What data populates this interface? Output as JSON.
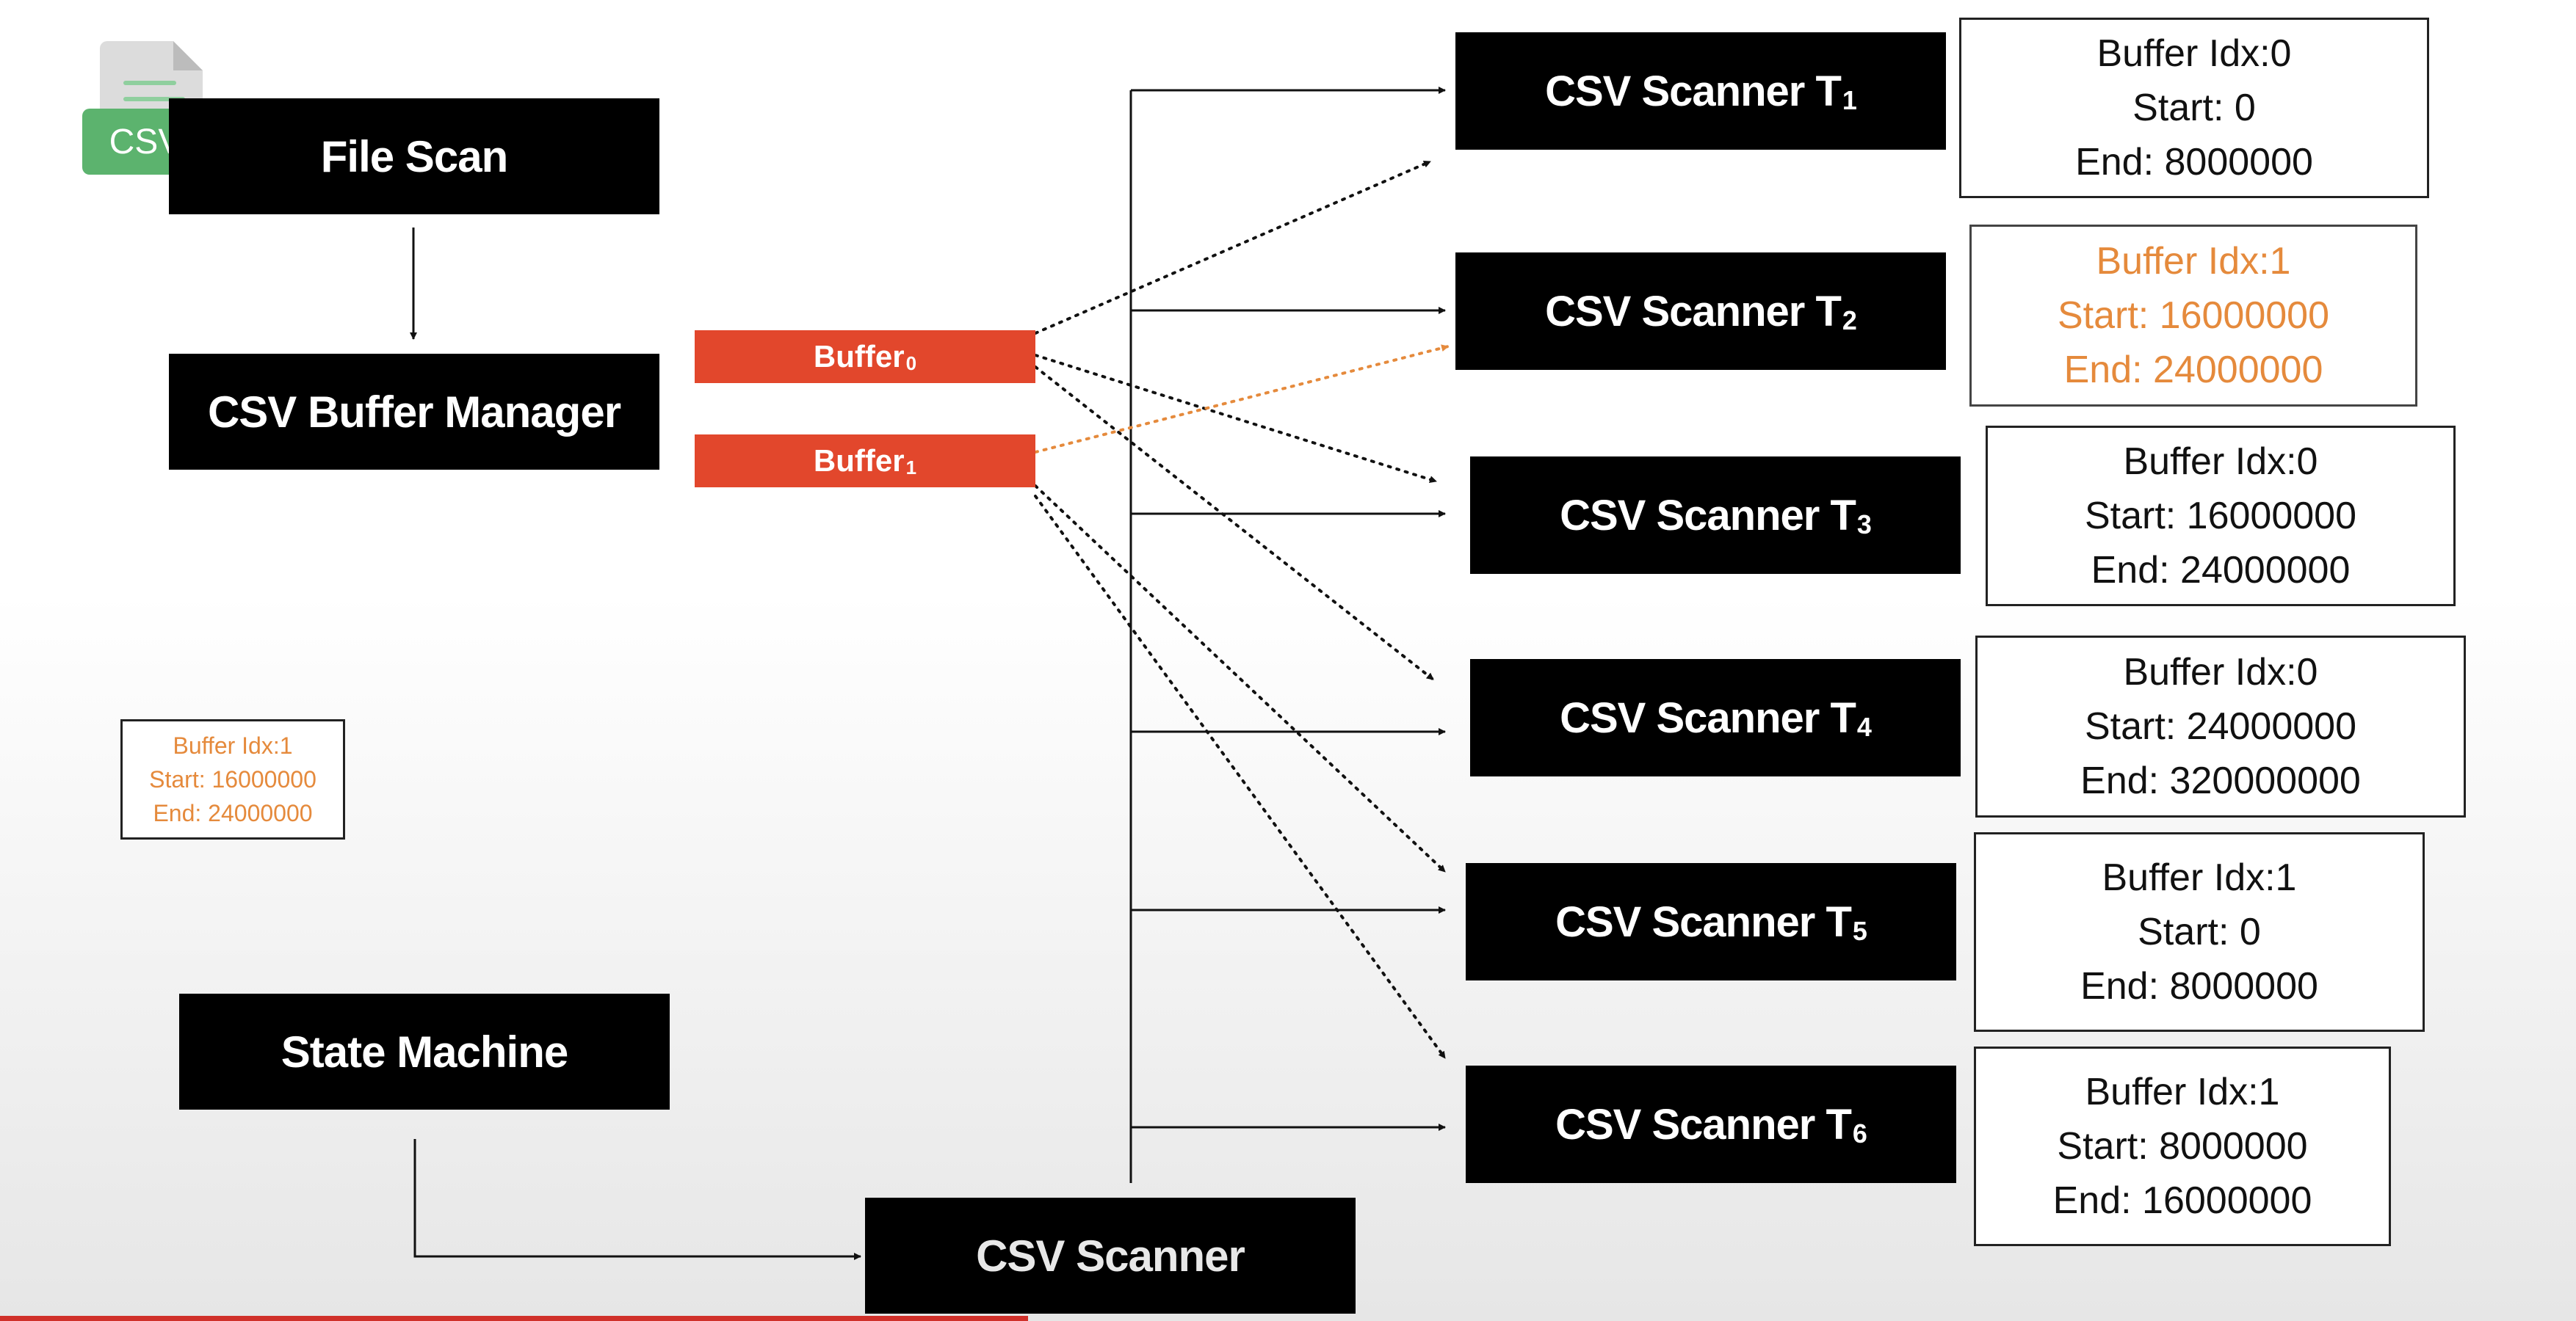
{
  "file_scan": {
    "label": "File Scan",
    "icon_text": "CSV"
  },
  "buffer_manager": {
    "label": "CSV Buffer Manager"
  },
  "state_machine": {
    "label": "State Machine"
  },
  "csv_scanner": {
    "label": "CSV Scanner"
  },
  "buffers": [
    {
      "name": "Buffer",
      "index": "0"
    },
    {
      "name": "Buffer",
      "index": "1"
    }
  ],
  "scanners": [
    {
      "name": "CSV Scanner T",
      "index": "1",
      "buffer_idx": "Buffer Idx:0",
      "start": "Start: 0",
      "end": "End: 8000000",
      "highlight": false
    },
    {
      "name": "CSV Scanner T",
      "index": "2",
      "buffer_idx": "Buffer Idx:1",
      "start": "Start: 16000000",
      "end": "End: 24000000",
      "highlight": true
    },
    {
      "name": "CSV Scanner T",
      "index": "3",
      "buffer_idx": "Buffer Idx:0",
      "start": "Start: 16000000",
      "end": "End: 24000000",
      "highlight": false
    },
    {
      "name": "CSV Scanner T",
      "index": "4",
      "buffer_idx": "Buffer Idx:0",
      "start": "Start: 24000000",
      "end": "End: 320000000",
      "highlight": false
    },
    {
      "name": "CSV Scanner T",
      "index": "5",
      "buffer_idx": "Buffer Idx:1",
      "start": "Start: 0",
      "end": "End: 8000000",
      "highlight": false
    },
    {
      "name": "CSV Scanner T",
      "index": "6",
      "buffer_idx": "Buffer Idx:1",
      "start": "Start: 8000000",
      "end": "End: 16000000",
      "highlight": false
    }
  ],
  "floating_note": {
    "buffer_idx": "Buffer Idx:1",
    "start": "Start: 16000000",
    "end": "End: 24000000"
  },
  "colors": {
    "box": "#000000",
    "buffer": "#e2472c",
    "highlight": "#e58a3c",
    "csv_icon": "#5cb36e"
  }
}
